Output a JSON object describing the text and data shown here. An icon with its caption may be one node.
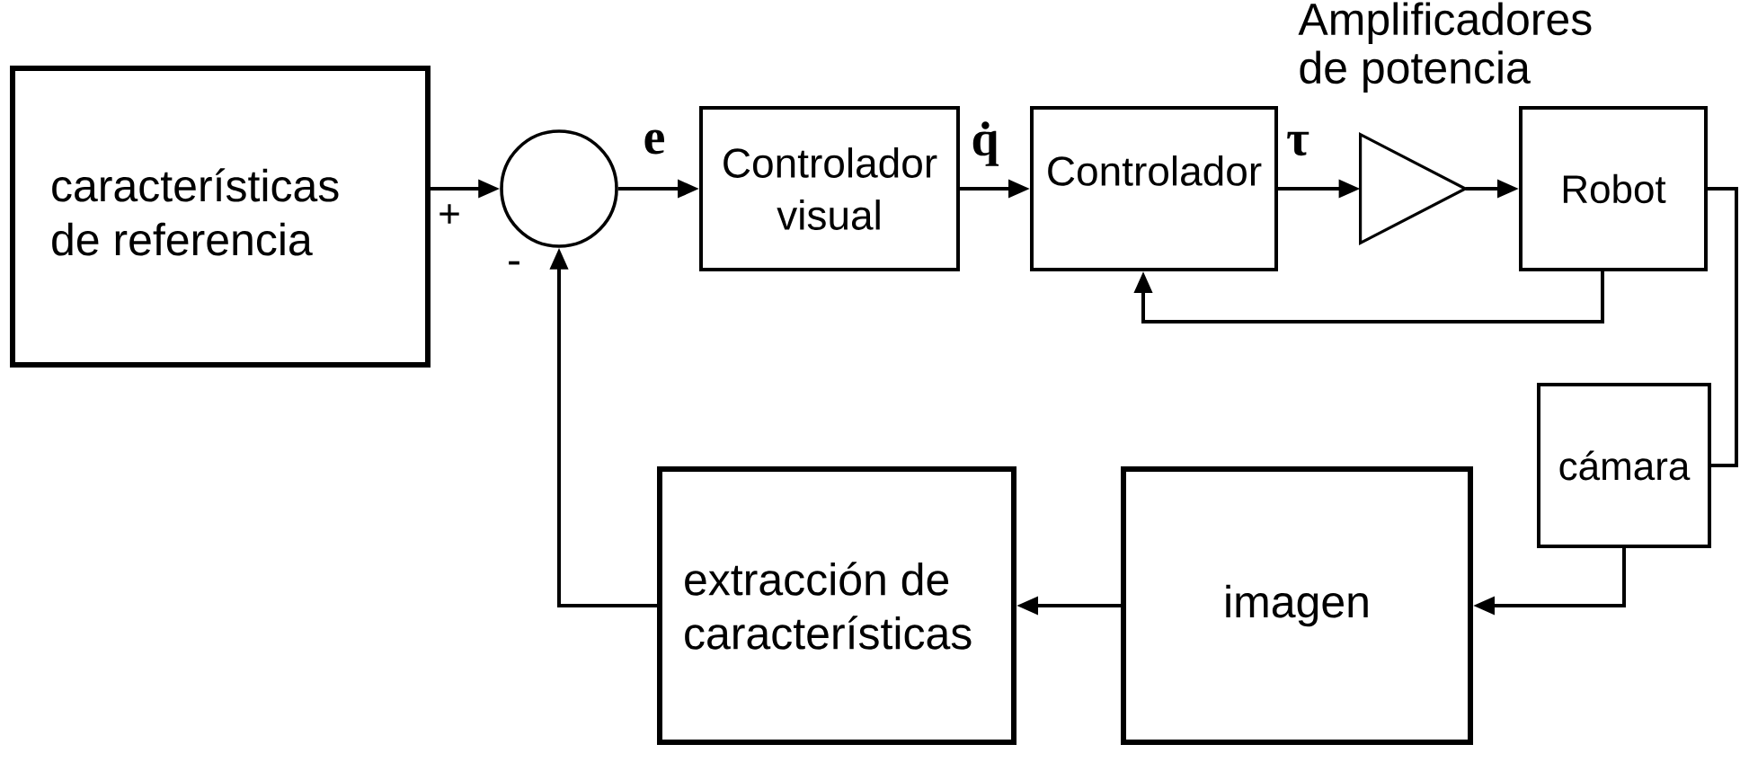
{
  "diagram": {
    "nodes": [
      {
        "text": [
          "características de referencia"
        ]
      },
      {
        "text": [],
        "shape": "circle"
      },
      {
        "text": [
          "Controlador visual"
        ]
      },
      {
        "text": [
          "Controlador"
        ]
      },
      {
        "text": [],
        "shape": "triangle",
        "beside": [
          "Amplificadores de potencia"
        ]
      },
      {
        "text": [
          "Robot"
        ]
      },
      {
        "text": [
          "cámara"
        ]
      },
      {
        "text": [
          "imagen"
        ]
      },
      {
        "text": [
          "extracción de características"
        ]
      }
    ],
    "edges": [
      {
        "from": 0,
        "to": 1,
        "arrow": "to",
        "label": "+"
      },
      {
        "from": 1,
        "to": 2,
        "arrow": "to",
        "label": "e"
      },
      {
        "from": 2,
        "to": 3,
        "arrow": "to",
        "label": "q̇"
      },
      {
        "from": 3,
        "to": 4,
        "arrow": "to",
        "label": "τ"
      },
      {
        "from": 4,
        "to": 5,
        "arrow": "to"
      },
      {
        "from": 5,
        "to": 3,
        "arrow": "to"
      },
      {
        "from": 5,
        "to": 6,
        "arrow": "none"
      },
      {
        "from": 6,
        "to": 7,
        "arrow": "to"
      },
      {
        "from": 7,
        "to": 8,
        "arrow": "to"
      },
      {
        "from": 8,
        "to": 1,
        "arrow": "to",
        "label": "-"
      }
    ]
  }
}
